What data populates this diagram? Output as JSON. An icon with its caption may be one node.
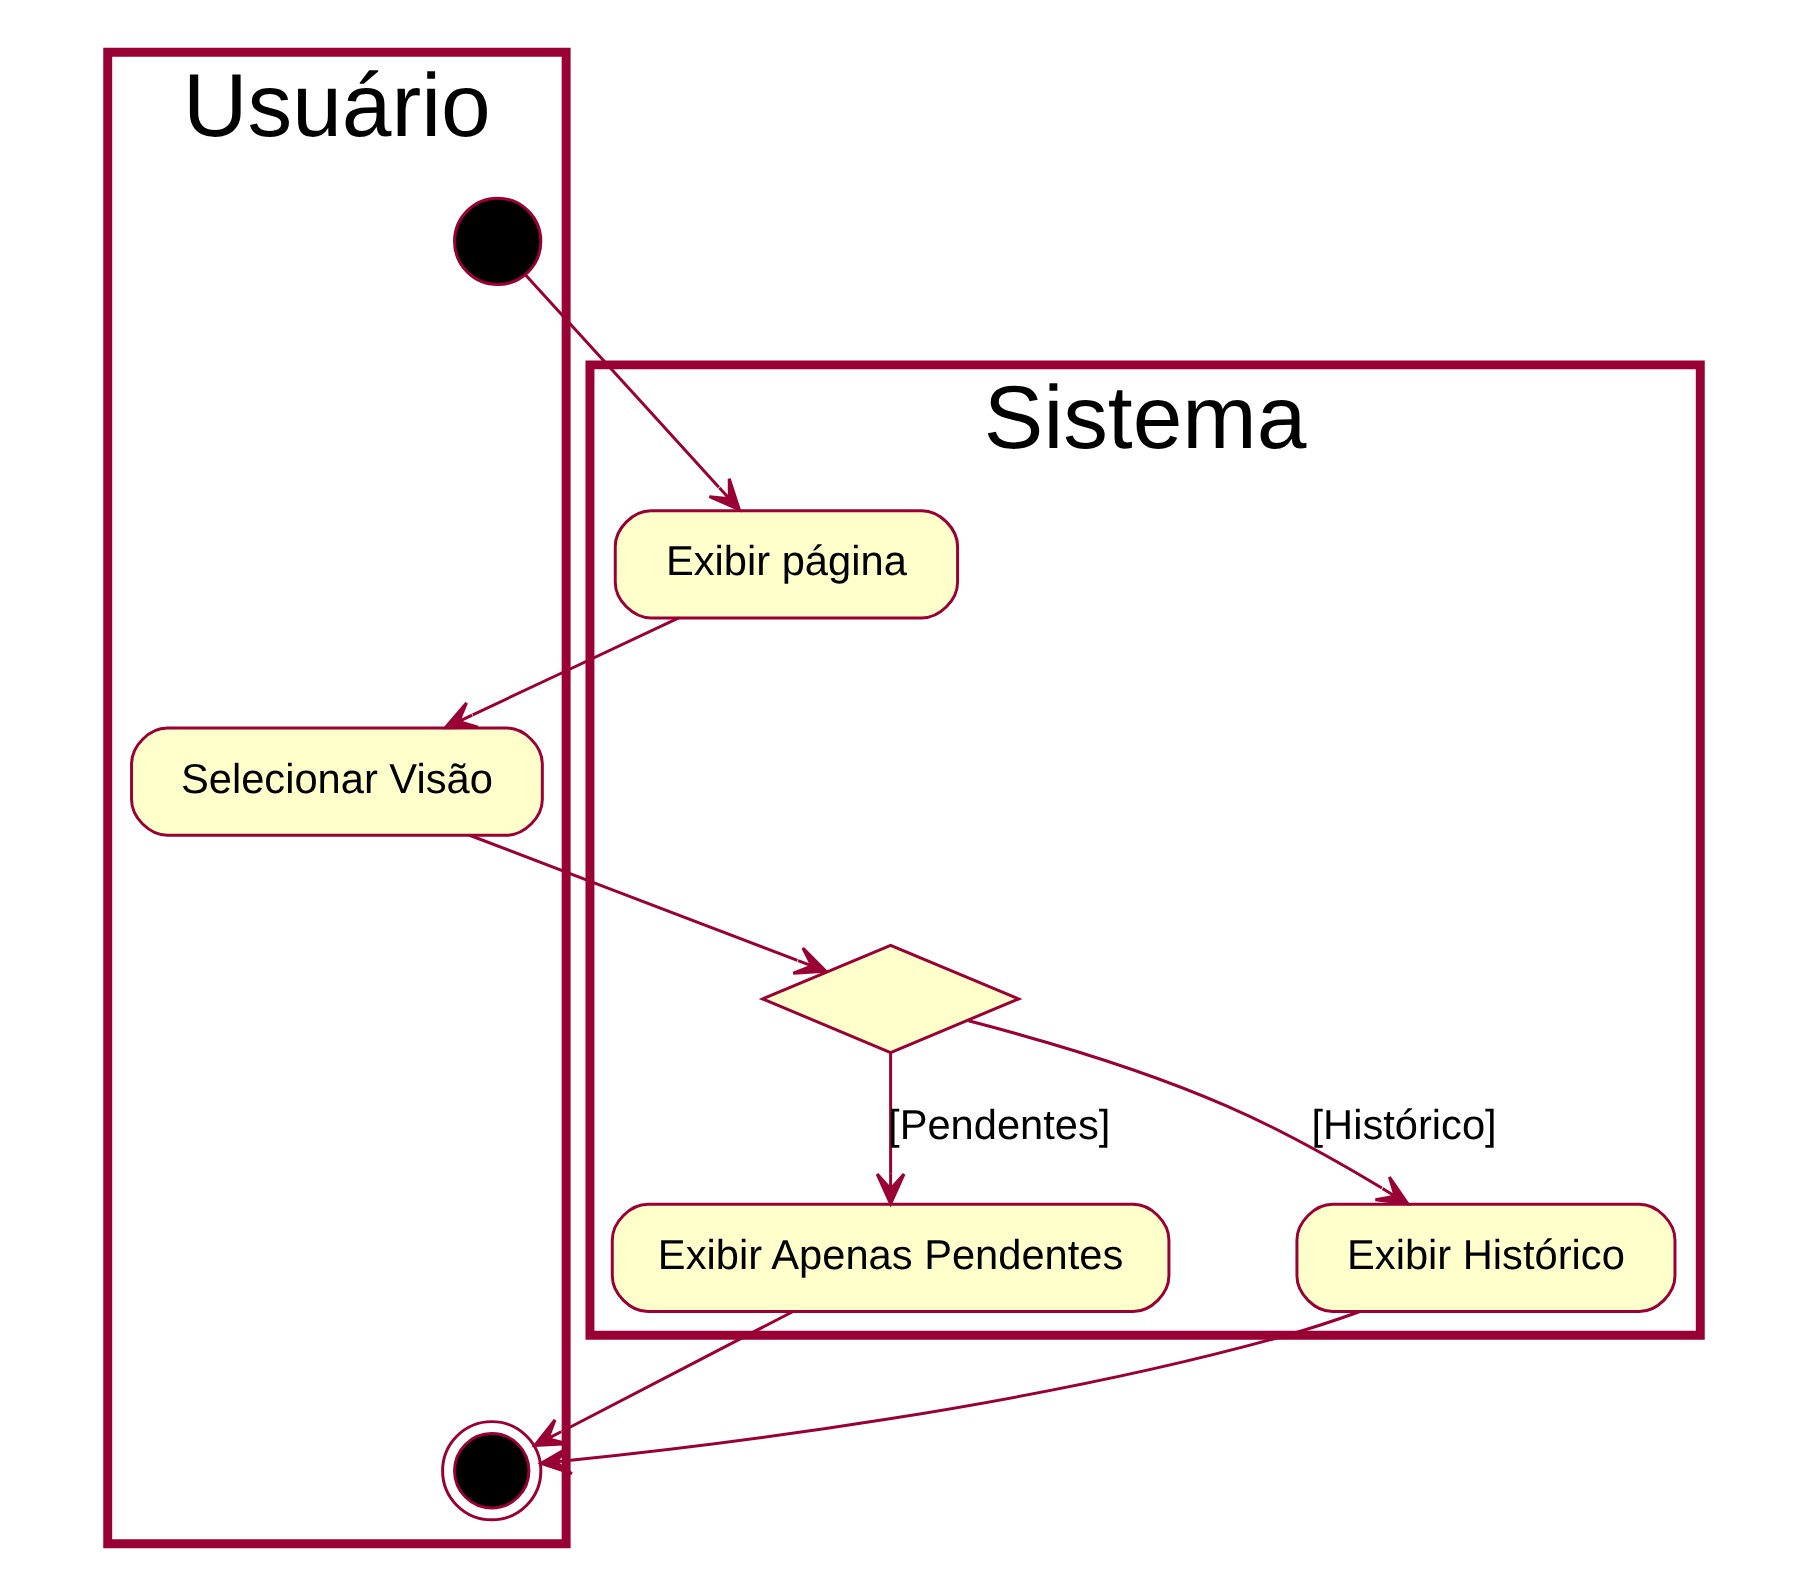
{
  "diagram": {
    "nodes": [
      {
        "text": [
          "Usuário"
        ]
      },
      {
        "text": [
          "Sistema"
        ]
      },
      {
        "text": [],
        "shape": "circle",
        "in": 0
      },
      {
        "text": [
          "Exibir página"
        ],
        "in": 1
      },
      {
        "text": [
          "Selecionar Visão"
        ],
        "in": 0
      },
      {
        "text": [],
        "shape": "diamond",
        "in": 1
      },
      {
        "text": [
          "Exibir Apenas Pendentes"
        ],
        "in": 1
      },
      {
        "text": [
          "Exibir Histórico"
        ],
        "in": 1
      },
      {
        "text": [],
        "shape": "circle",
        "in": 0
      }
    ],
    "edges": [
      {
        "from": 2,
        "to": 3,
        "arrow": "to"
      },
      {
        "from": 3,
        "to": 4,
        "arrow": "to"
      },
      {
        "from": 4,
        "to": 5,
        "arrow": "to"
      },
      {
        "from": 5,
        "to": 6,
        "arrow": "to",
        "label": "[Pendentes]"
      },
      {
        "from": 5,
        "to": 7,
        "arrow": "to",
        "label": "[Histórico]"
      },
      {
        "from": 6,
        "to": 8,
        "arrow": "to"
      },
      {
        "from": 7,
        "to": 8,
        "arrow": "to"
      }
    ]
  }
}
